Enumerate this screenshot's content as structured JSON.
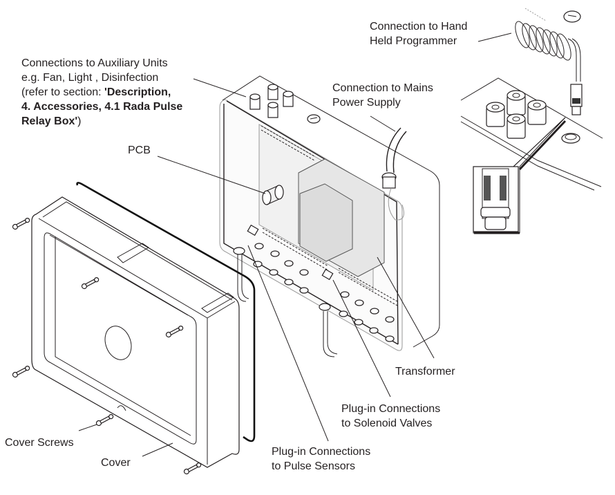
{
  "figure": {
    "type": "exploded-view technical illustration",
    "subject": "controller enclosure with cover removed"
  },
  "labels": {
    "auxiliary": {
      "line1": "Connections to Auxiliary Units",
      "line2": "e.g. Fan, Light , Disinfection",
      "line3_prefix": "(refer to section: ",
      "line3_bold": "'Description,",
      "line4_bold": "4. Accessories, 4.1 Rada Pulse",
      "line5_bold": "Relay Box'",
      "line5_suffix": ")"
    },
    "hand_held": {
      "line1": "Connection to Hand",
      "line2": "Held Programmer"
    },
    "mains": {
      "line1": "Connection to Mains",
      "line2": "Power Supply"
    },
    "pcb": "PCB",
    "transformer": "Transformer",
    "solenoid": {
      "line1": "Plug-in Connections",
      "line2": "to Solenoid Valves"
    },
    "pulse": {
      "line1": "Plug-in Connections",
      "line2": "to Pulse Sensors"
    },
    "cover_screws": "Cover Screws",
    "cover": "Cover"
  },
  "icons": {
    "cable_gland": "cable-gland-icon",
    "screw": "screw-icon",
    "coiled_cable": "coiled-cable-icon",
    "connector_detail": "connector-detail-inset"
  }
}
